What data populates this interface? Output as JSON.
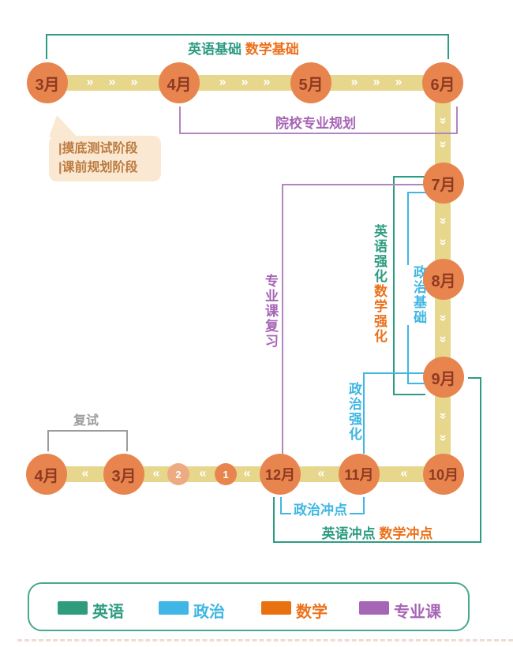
{
  "palette": {
    "teal": "#2E9C82",
    "cyan": "#3FB6E3",
    "orange": "#EB711B",
    "purple": "#A765B5",
    "purple_line": "#B285C0",
    "gray": "#9C9C9C",
    "node_fill": "#E8854E",
    "node_fill_light": "#ECAB80",
    "node_text": "#8E3A22",
    "track": "#E6D78C",
    "callout_bg": "#FAE8D2",
    "callout_text": "#BC7B40",
    "legend_border": "#47A98E"
  },
  "icons": {
    "chevron_right": "»",
    "chevron_left": "«",
    "chevron_down": "»"
  },
  "nodes": {
    "mar": "3月",
    "apr": "4月",
    "may": "5月",
    "jun": "6月",
    "jul": "7月",
    "aug": "8月",
    "sep": "9月",
    "oct": "10月",
    "nov": "11月",
    "dec": "12月",
    "jan": "1",
    "feb": "2",
    "mar_next": "3月",
    "apr_next": "4月"
  },
  "labels": {
    "english_basic": "英语基础",
    "math_basic": "数学基础",
    "school_major_planning": "院校专业规划",
    "english_intensive": "英语强化",
    "math_intensive": "数学强化",
    "politics_basic": "政治基础",
    "major_course_review": "专业课复习",
    "politics_intensive": "政治强化",
    "politics_sprint": "政治冲点",
    "english_sprint": "英语冲点",
    "math_sprint": "数学冲点",
    "retest": "复试"
  },
  "callout": {
    "line1": "|摸底测试阶段",
    "line2": "|课前规划阶段"
  },
  "legend": {
    "items": [
      {
        "label": "英语",
        "color": "#2E9C7D"
      },
      {
        "label": "政治",
        "color": "#3FB6E3"
      },
      {
        "label": "数学",
        "color": "#E8720F"
      },
      {
        "label": "专业课",
        "color": "#A765B5"
      }
    ]
  }
}
